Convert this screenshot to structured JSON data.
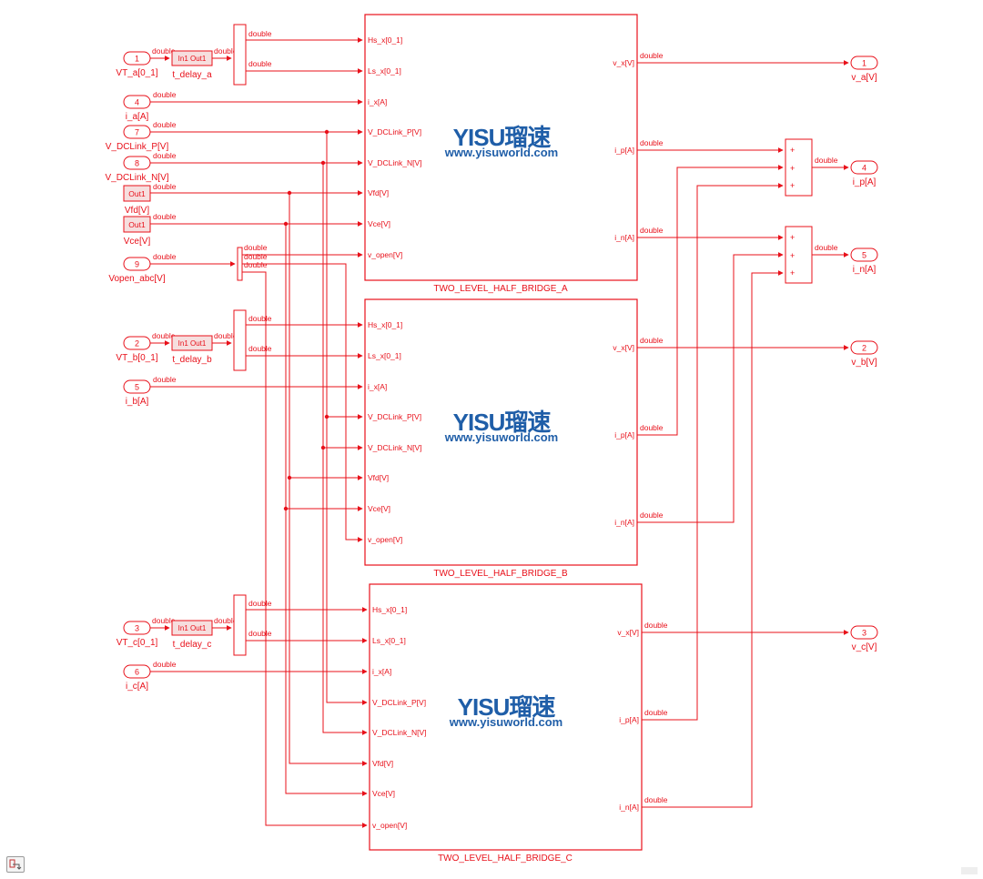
{
  "signal_type": "double",
  "watermark": {
    "logo": "YISU瑠速",
    "url": "www.yisuworld.com"
  },
  "inports": [
    {
      "num": "1",
      "label": "VT_a[0_1]"
    },
    {
      "num": "4",
      "label": "i_a[A]"
    },
    {
      "num": "7",
      "label": "V_DCLink_P[V]"
    },
    {
      "num": "8",
      "label": "V_DCLink_N[V]"
    },
    {
      "num": "9",
      "label": "Vopen_abc[V]"
    },
    {
      "num": "2",
      "label": "VT_b[0_1]"
    },
    {
      "num": "5",
      "label": "i_b[A]"
    },
    {
      "num": "3",
      "label": "VT_c[0_1]"
    },
    {
      "num": "6",
      "label": "i_c[A]"
    }
  ],
  "goto_blocks": [
    {
      "label": "Out1",
      "name": "Vfd[V]"
    },
    {
      "label": "Out1",
      "name": "Vce[V]"
    }
  ],
  "delay_blocks": [
    {
      "label": "In1 Out1",
      "name": "t_delay_a"
    },
    {
      "label": "In1 Out1",
      "name": "t_delay_b"
    },
    {
      "label": "In1 Out1",
      "name": "t_delay_c"
    }
  ],
  "subsystems": [
    {
      "name": "TWO_LEVEL_HALF_BRIDGE_A"
    },
    {
      "name": "TWO_LEVEL_HALF_BRIDGE_B"
    },
    {
      "name": "TWO_LEVEL_HALF_BRIDGE_C"
    }
  ],
  "subsystem_inputs": [
    "Hs_x[0_1]",
    "Ls_x[0_1]",
    "i_x[A]",
    "V_DCLink_P[V]",
    "V_DCLink_N[V]",
    "Vfd[V]",
    "Vce[V]",
    "v_open[V]"
  ],
  "subsystem_outputs": [
    "v_x[V]",
    "i_p[A]",
    "i_n[A]"
  ],
  "sum_signs": [
    "+",
    "+",
    "+"
  ],
  "outports": [
    {
      "num": "1",
      "label": "v_a[V]"
    },
    {
      "num": "4",
      "label": "i_p[A]"
    },
    {
      "num": "5",
      "label": "i_n[A]"
    },
    {
      "num": "2",
      "label": "v_b[V]"
    },
    {
      "num": "3",
      "label": "v_c[V]"
    }
  ]
}
